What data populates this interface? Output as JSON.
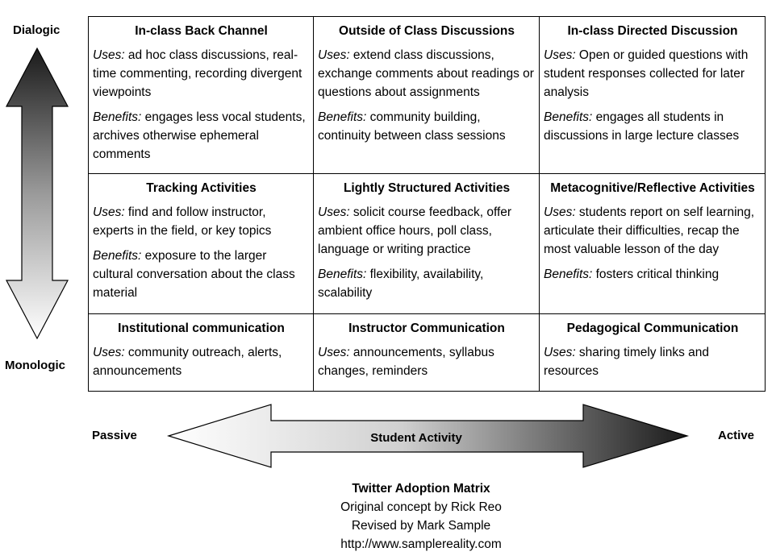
{
  "vertical_axis": {
    "top_label": "Dialogic",
    "bottom_label": "Monologic"
  },
  "horizontal_axis": {
    "left_label": "Passive",
    "right_label": "Active",
    "arrow_label": "Student Activity"
  },
  "matrix": {
    "rows": [
      {
        "cells": [
          {
            "title": "In-class Back Channel",
            "uses_label": "Uses:",
            "uses": " ad hoc class discussions, real-time commenting, recording divergent viewpoints",
            "benefits_label": "Benefits:",
            "benefits": " engages less vocal students, archives otherwise ephemeral comments"
          },
          {
            "title": "Outside of Class Discussions",
            "uses_label": "Uses:",
            "uses": " extend class discussions, exchange comments about readings or questions about assignments",
            "benefits_label": "Benefits:",
            "benefits": " community building, continuity between class sessions"
          },
          {
            "title": "In-class Directed Discussion",
            "uses_label": "Uses:",
            "uses": " Open or guided questions with student responses collected for later analysis",
            "benefits_label": "Benefits:",
            "benefits": " engages all students in discussions in large lecture classes"
          }
        ]
      },
      {
        "cells": [
          {
            "title": "Tracking Activities",
            "uses_label": "Uses:",
            "uses": " find and follow instructor, experts in the field, or key topics",
            "benefits_label": "Benefits:",
            "benefits": " exposure to the larger cultural conversation about the class material"
          },
          {
            "title": "Lightly Structured Activities",
            "uses_label": "Uses:",
            "uses": " solicit course feedback, offer ambient office hours, poll class, language or writing practice",
            "benefits_label": "Benefits:",
            "benefits": " flexibility, availability, scalability"
          },
          {
            "title": "Metacognitive/Reflective Activities",
            "uses_label": "Uses:",
            "uses": " students report on self learning, articulate their difficulties, recap the most valuable lesson of the day",
            "benefits_label": "Benefits:",
            "benefits": " fosters critical thinking"
          }
        ]
      },
      {
        "cells": [
          {
            "title": "Institutional communication",
            "uses_label": "Uses:",
            "uses": " community outreach, alerts, announcements"
          },
          {
            "title": "Instructor Communication",
            "uses_label": "Uses:",
            "uses": " announcements, syllabus changes, reminders"
          },
          {
            "title": "Pedagogical Communication",
            "uses_label": "Uses:",
            "uses": " sharing timely links and resources"
          }
        ]
      }
    ]
  },
  "caption": {
    "title": "Twitter Adoption Matrix",
    "line1": "Original concept by Rick Reo",
    "line2": "Revised by Mark Sample",
    "line3": "http://www.samplereality.com"
  },
  "colors": {
    "arrow_dark": "#1a1a1a",
    "arrow_light": "#ffffff",
    "border": "#000000"
  }
}
